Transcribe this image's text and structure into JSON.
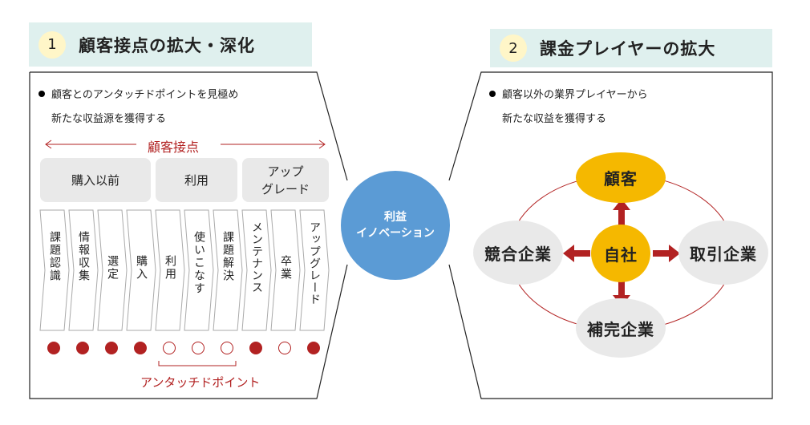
{
  "left": {
    "number": "1",
    "title": "顧客接点の拡大・深化",
    "desc_line1": "顧客とのアンタッチドポイントを見極め",
    "desc_line2": "新たな収益源を獲得する",
    "span_label": "顧客接点",
    "categories": [
      "購入以前",
      "利用",
      "アップ\nグレード"
    ],
    "steps": [
      "課題認識",
      "情報収集",
      "選定",
      "購入",
      "利用",
      "使いこなす",
      "課題解決",
      "メンテナンス",
      "卒業",
      "アップグレード"
    ],
    "touch_status": [
      "filled",
      "filled",
      "filled",
      "filled",
      "empty",
      "empty",
      "empty",
      "filled",
      "empty",
      "filled"
    ],
    "bottom_label": "アンタッチドポイント"
  },
  "hub": {
    "line1": "利益",
    "line2": "イノベーション"
  },
  "right": {
    "number": "2",
    "title": "課金プレイヤーの拡大",
    "desc_line1": "顧客以外の業界プレイヤーから",
    "desc_line2": "新たな収益を獲得する",
    "nodes": {
      "top": "顧客",
      "center": "自社",
      "left": "競合企業",
      "right": "取引企業",
      "bottom": "補完企業"
    }
  },
  "colors": {
    "header_bg": "#dff0ee",
    "accent_red": "#b22222",
    "hub_blue": "#5b9bd5",
    "node_yellow": "#f5b800",
    "node_gray": "#e9e9e9"
  }
}
